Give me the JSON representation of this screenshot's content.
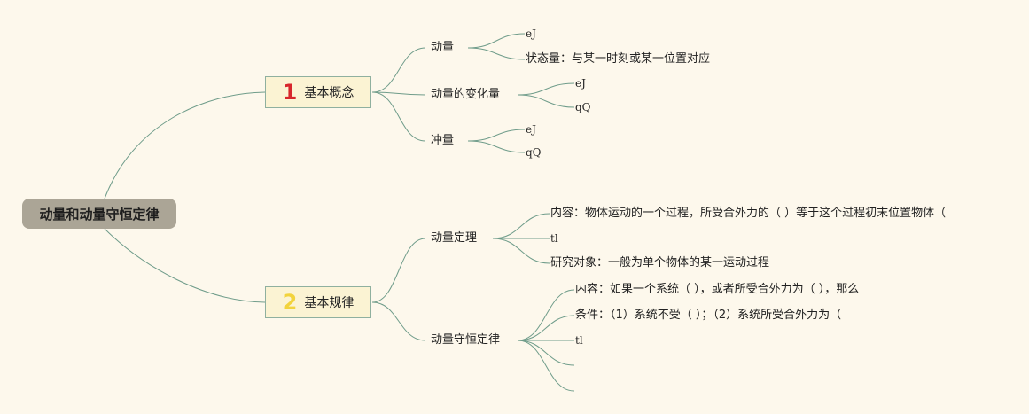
{
  "root": {
    "label": "动量和动量守恒定律"
  },
  "branches": [
    {
      "num": "1",
      "num_color": "#d7262b",
      "label": "基本概念",
      "topics": [
        {
          "label": "动量",
          "items": [
            "eJ",
            "状态量：与某一时刻或某一位置对应"
          ]
        },
        {
          "label": "动量的变化量",
          "items": [
            "eJ",
            "qQ"
          ]
        },
        {
          "label": "冲量",
          "items": [
            "eJ",
            "qQ"
          ]
        }
      ]
    },
    {
      "num": "2",
      "num_color": "#f2d33c",
      "label": "基本规律",
      "topics": [
        {
          "label": "动量定理",
          "items": [
            "内容：物体运动的一个过程，所受合外力的（ ）等于这个过程初末位置物体（",
            "tl",
            "研究对象：一般为单个物体的某一运动过程"
          ]
        },
        {
          "label": "动量守恒定律",
          "items": [
            "内容：如果一个系统（ ），或者所受合外力为（ ），那么",
            "条件：（1）系统不受（ ）；（2）系统所受合外力为（",
            "tl",
            "",
            ""
          ]
        }
      ]
    }
  ],
  "colors": {
    "background": "#fdf8ec",
    "line": "#6f9c8a",
    "root_fill": "#aba596",
    "branch_fill": "#fbf3d3"
  }
}
